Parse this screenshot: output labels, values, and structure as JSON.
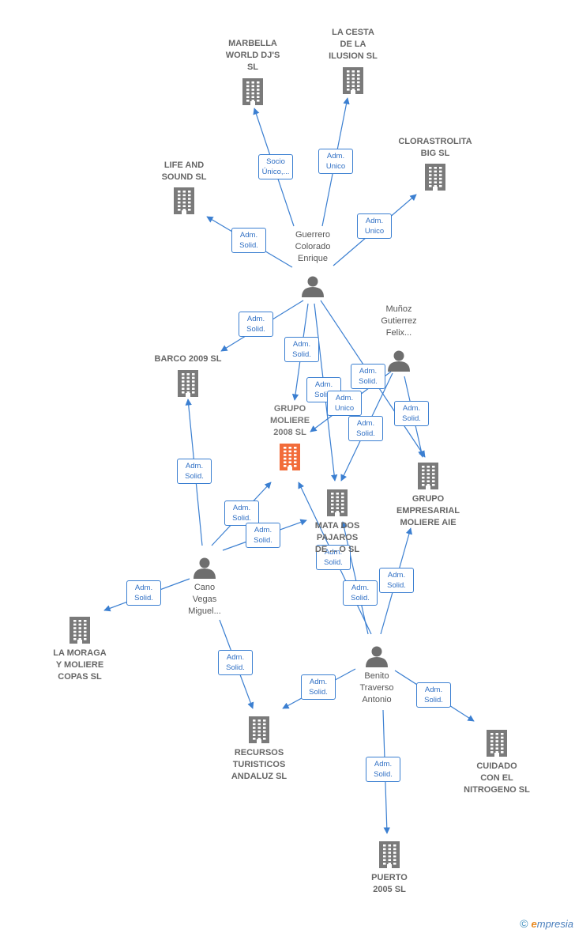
{
  "colors": {
    "company": "#7a7a7a",
    "focus": "#f26c3a",
    "person": "#6e6e6e",
    "edge": "#3b7fd1"
  },
  "nodes": [
    {
      "id": "marbella",
      "kind": "company",
      "label": [
        "MARBELLA",
        "WORLD DJ'S",
        "SL"
      ]
    },
    {
      "id": "cesta",
      "kind": "company",
      "label": [
        "LA CESTA",
        "DE LA",
        "ILUSION SL"
      ]
    },
    {
      "id": "clorastrolita",
      "kind": "company",
      "label": [
        "CLORASTROLITA",
        "BIG SL"
      ]
    },
    {
      "id": "life",
      "kind": "company",
      "label": [
        "LIFE AND",
        "SOUND SL"
      ]
    },
    {
      "id": "guerrero",
      "kind": "person",
      "label": [
        "Guerrero",
        "Colorado",
        "Enrique"
      ]
    },
    {
      "id": "munoz",
      "kind": "person",
      "label": [
        "Muñoz",
        "Gutierrez",
        "Felix..."
      ]
    },
    {
      "id": "barco",
      "kind": "company",
      "label": [
        "BARCO 2009 SL"
      ]
    },
    {
      "id": "grupo",
      "kind": "focus",
      "label": [
        "GRUPO",
        "MOLIERE",
        "2008 SL"
      ]
    },
    {
      "id": "mata",
      "kind": "company",
      "label": [
        "MATA DOS",
        "PAJAROS",
        "DE ... O SL"
      ]
    },
    {
      "id": "empresarial",
      "kind": "company",
      "label": [
        "GRUPO",
        "EMPRESARIAL",
        "MOLIERE AIE"
      ]
    },
    {
      "id": "cano",
      "kind": "person",
      "label": [
        "Cano",
        "Vegas",
        "Miguel..."
      ]
    },
    {
      "id": "moraga",
      "kind": "company",
      "label": [
        "LA MORAGA",
        "Y MOLIERE",
        "COPAS SL"
      ]
    },
    {
      "id": "recursos",
      "kind": "company",
      "label": [
        "RECURSOS",
        "TURISTICOS",
        "ANDALUZ SL"
      ]
    },
    {
      "id": "benito",
      "kind": "person",
      "label": [
        "Benito",
        "Traverso",
        "Antonio"
      ]
    },
    {
      "id": "cuidado",
      "kind": "company",
      "label": [
        "CUIDADO",
        "CON EL",
        "NITROGENO SL"
      ]
    },
    {
      "id": "puerto",
      "kind": "company",
      "label": [
        "PUERTO",
        "2005 SL"
      ]
    }
  ],
  "edges": [
    {
      "from": "guerrero",
      "to": "marbella",
      "label": [
        "Socio",
        "Único,..."
      ]
    },
    {
      "from": "guerrero",
      "to": "cesta",
      "label": [
        "Adm.",
        "Unico"
      ]
    },
    {
      "from": "guerrero",
      "to": "clorastrolita",
      "label": [
        "Adm.",
        "Unico"
      ]
    },
    {
      "from": "guerrero",
      "to": "life",
      "label": [
        "Adm.",
        "Solid."
      ]
    },
    {
      "from": "guerrero",
      "to": "barco",
      "label": [
        "Adm.",
        "Solid."
      ]
    },
    {
      "from": "guerrero",
      "to": "grupo",
      "label": [
        "Adm.",
        "Solid."
      ]
    },
    {
      "from": "guerrero",
      "to": "mata",
      "label": [
        "Adm.",
        "Solid."
      ]
    },
    {
      "from": "guerrero",
      "to": "empresarial",
      "label": [
        "Adm.",
        "Solid."
      ]
    },
    {
      "from": "munoz",
      "to": "grupo",
      "label": [
        "Adm.",
        "Solid."
      ]
    },
    {
      "from": "munoz",
      "to": "mata",
      "label": [
        "Adm.",
        "Solid."
      ]
    },
    {
      "from": "munoz",
      "to": "empresarial",
      "label": [
        "Adm.",
        "Solid."
      ]
    },
    {
      "from": "cano",
      "to": "barco",
      "label": [
        "Adm.",
        "Solid."
      ]
    },
    {
      "from": "cano",
      "to": "grupo",
      "label": [
        "Adm.",
        "Solid."
      ]
    },
    {
      "from": "cano",
      "to": "mata",
      "label": [
        "Adm.",
        "Solid."
      ]
    },
    {
      "from": "cano",
      "to": "moraga",
      "label": [
        "Adm.",
        "Solid."
      ]
    },
    {
      "from": "cano",
      "to": "recursos",
      "label": [
        "Adm.",
        "Solid."
      ]
    },
    {
      "from": "benito",
      "to": "grupo",
      "label": [
        "Adm.",
        "Solid."
      ]
    },
    {
      "from": "benito",
      "to": "mata",
      "label": [
        "Adm.",
        "Solid."
      ]
    },
    {
      "from": "benito",
      "to": "empresarial",
      "label": [
        "Adm.",
        "Solid."
      ]
    },
    {
      "from": "benito",
      "to": "recursos",
      "label": [
        "Adm.",
        "Solid."
      ]
    },
    {
      "from": "benito",
      "to": "cuidado",
      "label": [
        "Adm.",
        "Solid."
      ]
    },
    {
      "from": "benito",
      "to": "puerto",
      "label": [
        "Adm.",
        "Unico"
      ]
    }
  ],
  "footer": {
    "copyright": "©",
    "brand_initial": "e",
    "brand_rest": "mpresia"
  }
}
